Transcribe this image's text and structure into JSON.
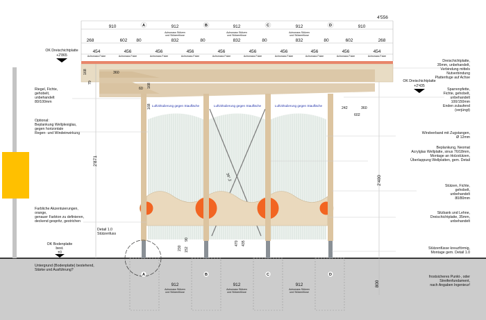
{
  "colors": {
    "accent_orange": "#f26522",
    "roof_edge": "#e8856a",
    "wood": "#dcc4a0",
    "board": "#ead9bd",
    "glass": "#e9f0ec",
    "ground": "#cccccc",
    "sign": "#ffc000",
    "steel": "#8a9096"
  },
  "axes": [
    "A",
    "B",
    "C",
    "D"
  ],
  "top_dims": {
    "overall": "4'556",
    "axis_row": [
      "910",
      "912",
      "912",
      "912",
      "910"
    ],
    "axis_note": "Achsmass Stützen und Stützenfüsse",
    "row2": [
      "268",
      "602",
      "80",
      "832",
      "80",
      "832",
      "80",
      "832",
      "80",
      "602",
      "268"
    ],
    "falze": [
      "454",
      "456",
      "456",
      "456",
      "456",
      "456",
      "456",
      "456",
      "456",
      "454"
    ],
    "falze_note": "Achsmass Falze"
  },
  "bottom_dims": {
    "values": [
      "912",
      "912",
      "912"
    ],
    "note": "Achsmass Stützen und Stützenfüsse"
  },
  "levels": {
    "roof_top": {
      "label": "OK Dreischichtplatte",
      "value": "+2'865"
    },
    "roof_front": {
      "label": "OK Dreischichtplatte",
      "value": "+2'435"
    },
    "floor": {
      "label": "OK Bodenplatte",
      "value": "best.",
      "value2": "±0"
    }
  },
  "vertical_dims": {
    "left": "2'871",
    "right": "2'400",
    "foundation": "800"
  },
  "detail_dims": {
    "roof_left": [
      "360",
      "168",
      "79",
      "60",
      "168"
    ],
    "roof_right": [
      "242",
      "360",
      "602"
    ],
    "post_left": [
      "168",
      "230",
      "152",
      "90"
    ],
    "post_mid": [
      "470",
      "435"
    ],
    "diagonal": "36°,2"
  },
  "panel_note": "Luftzirkulierung gegen Staufläche",
  "left_notes": [
    "Riegel, Fichte,\ngehobelt,\nunbehandelt\n80/100mm",
    "Optional:\nBeplankung Wellplexiglas,\ngegen horizontale\nRegen- und Windeinwirkung",
    "Farbliche Akzentuierungen,\norange,\ngenauer Farbton zu definieren,\ndeckend gespritz, gestrichen",
    "Detail 1.0\nStützenfuss",
    "Untergrund (Bodenplatte) bestehend,\nStärke und Ausführung?"
  ],
  "right_notes": [
    "Dreischichtplatte,\n35mm, unbehandelt,\nVerbindung mittels\nNutverbindung\nPlattenfuge auf Achse",
    "Sparrenpfette,\nFichte, gehobelt,\nunbehandelt\n100/150mm\nEnden zulaufend\n(verjüngt)",
    "Windverband mit Zugstangen,\nØ 12mm",
    "Beplankung, Neomat\nAcrylglas Wellplatte, sinus 76/18mm,\nMontage an Holzstützen,\nÜberlappung Wellplatten, gem. Detail",
    "Stützen, Fichte,\ngehobelt,\nunbehandelt\n80/80mm",
    "Sitzbank und Lehne,\nDreischichtplatte, 35mm,\nunbehandelt",
    "Stützenfüsse kreuzförmig,\nMontage gem. Detail 1.0",
    "frostsicheres Punkt-, oder\nStreifenfundament,\nnach Angaben Ingenieur!"
  ]
}
